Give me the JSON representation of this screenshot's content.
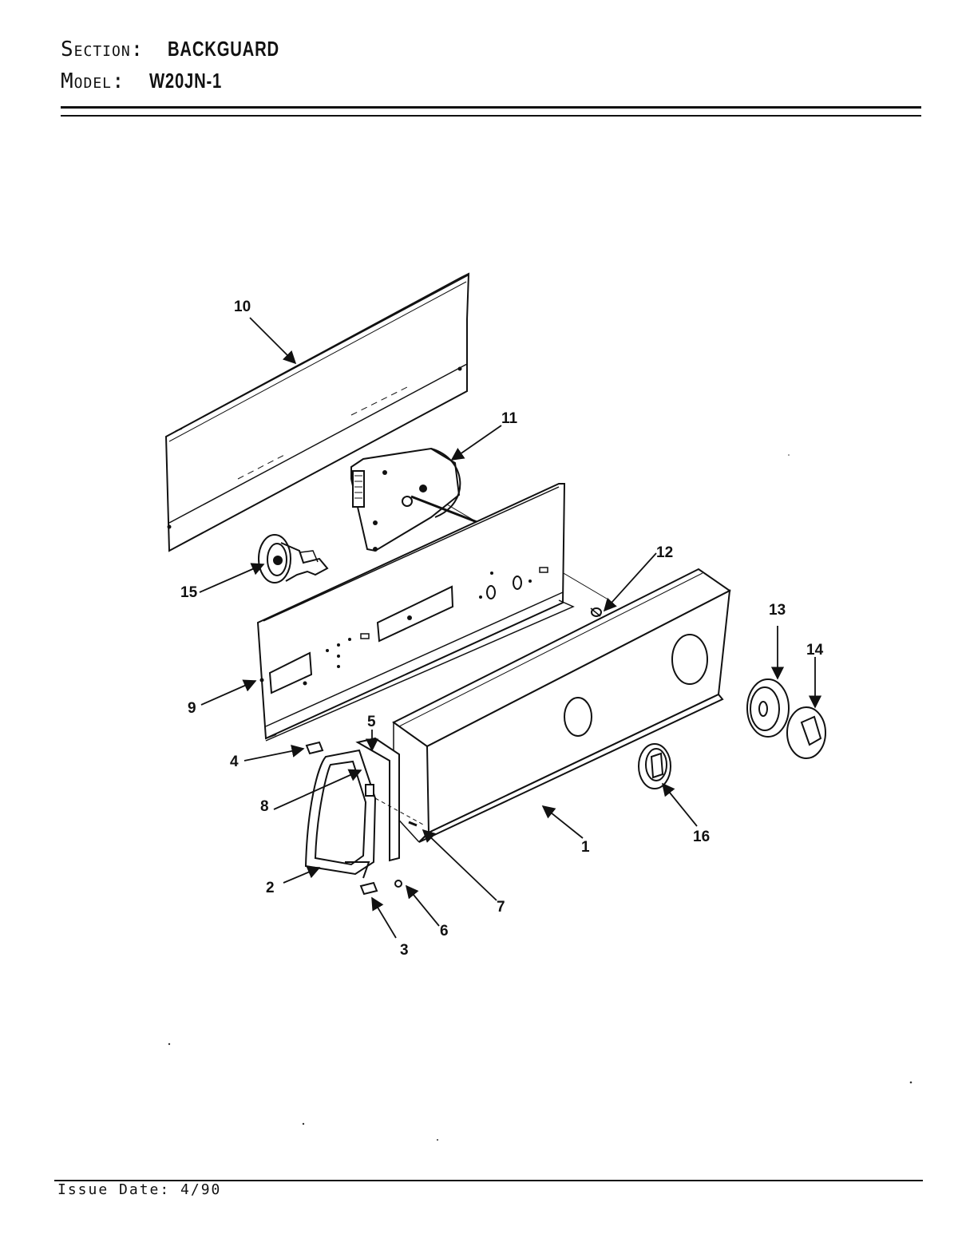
{
  "header": {
    "section_label": "Section:",
    "section_value": "BACKGUARD",
    "model_label": "Model:",
    "model_value": "W20JN-1"
  },
  "footer": {
    "issue_date": "Issue Date: 4/90"
  },
  "callouts": [
    {
      "id": "1",
      "text": "1"
    },
    {
      "id": "2",
      "text": "2"
    },
    {
      "id": "3",
      "text": "3"
    },
    {
      "id": "4",
      "text": "4"
    },
    {
      "id": "5",
      "text": "5"
    },
    {
      "id": "6",
      "text": "6"
    },
    {
      "id": "7",
      "text": "7"
    },
    {
      "id": "8",
      "text": "8"
    },
    {
      "id": "9",
      "text": "9"
    },
    {
      "id": "10",
      "text": "10"
    },
    {
      "id": "11",
      "text": "11"
    },
    {
      "id": "12",
      "text": "12"
    },
    {
      "id": "13",
      "text": "13"
    },
    {
      "id": "14",
      "text": "14"
    },
    {
      "id": "15",
      "text": "15"
    },
    {
      "id": "16",
      "text": "16"
    }
  ]
}
